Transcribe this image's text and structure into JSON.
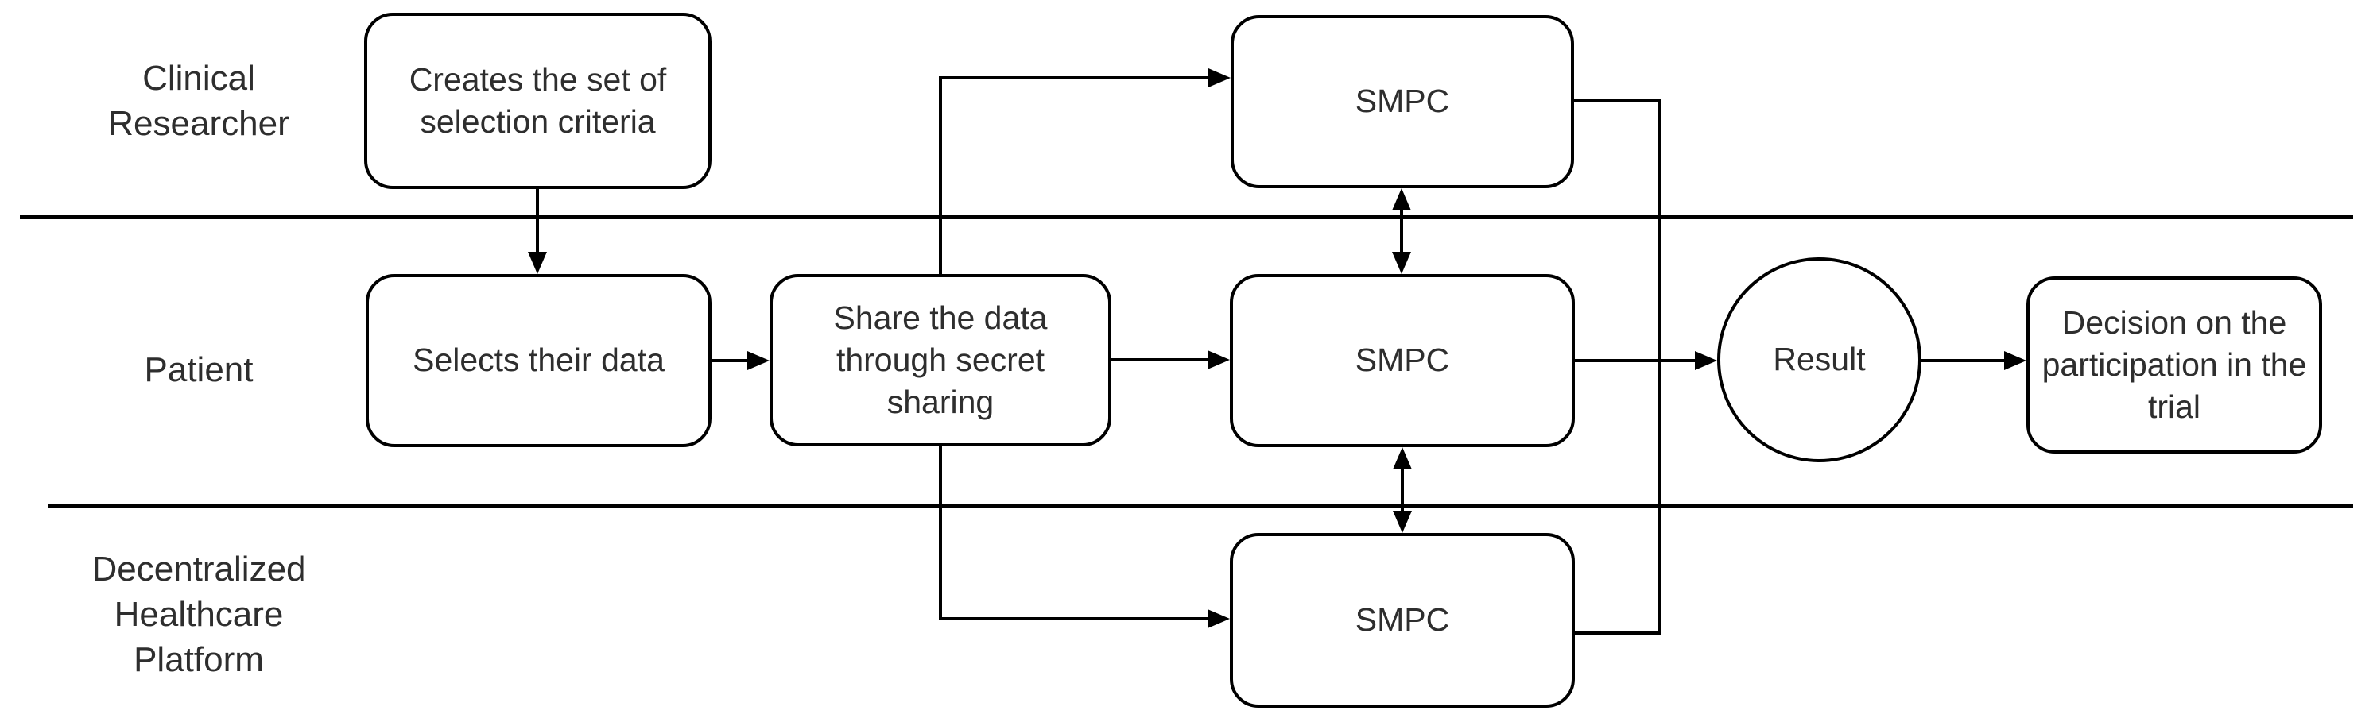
{
  "diagram": {
    "type": "swimlane-flowchart",
    "lanes": [
      {
        "id": "clinical-researcher",
        "label": "Clinical\nResearcher"
      },
      {
        "id": "patient",
        "label": "Patient"
      },
      {
        "id": "decentralized-healthcare-platform",
        "label": "Decentralized\nHealthcare\nPlatform"
      }
    ],
    "nodes": {
      "creates_criteria": {
        "label": "Creates the set of\nselection criteria",
        "shape": "rounded-rect",
        "lane": "clinical-researcher"
      },
      "selects_data": {
        "label": "Selects their data",
        "shape": "rounded-rect",
        "lane": "patient"
      },
      "share_data": {
        "label": "Share the data\nthrough secret\nsharing",
        "shape": "rounded-rect",
        "lane": "patient"
      },
      "smpc_researcher": {
        "label": "SMPC",
        "shape": "rounded-rect",
        "lane": "clinical-researcher"
      },
      "smpc_patient": {
        "label": "SMPC",
        "shape": "rounded-rect",
        "lane": "patient"
      },
      "smpc_platform": {
        "label": "SMPC",
        "shape": "rounded-rect",
        "lane": "decentralized-healthcare-platform"
      },
      "result": {
        "label": "Result",
        "shape": "circle",
        "lane": "patient"
      },
      "decision": {
        "label": "Decision on the\nparticipation in the\ntrial",
        "shape": "rounded-rect",
        "lane": "patient"
      }
    },
    "edges": [
      {
        "from": "creates_criteria",
        "to": "selects_data",
        "style": "arrow-down"
      },
      {
        "from": "selects_data",
        "to": "share_data",
        "style": "arrow-right"
      },
      {
        "from": "share_data",
        "to": "smpc_researcher",
        "style": "elbow-up-then-right-arrow"
      },
      {
        "from": "share_data",
        "to": "smpc_patient",
        "style": "arrow-right"
      },
      {
        "from": "share_data",
        "to": "smpc_platform",
        "style": "elbow-down-then-right-arrow"
      },
      {
        "from": "smpc_researcher",
        "to": "smpc_patient",
        "style": "bidirectional-vertical"
      },
      {
        "from": "smpc_patient",
        "to": "smpc_platform",
        "style": "bidirectional-vertical"
      },
      {
        "from": "smpc_researcher",
        "to": "result",
        "style": "elbow-right-down"
      },
      {
        "from": "smpc_patient",
        "to": "result",
        "style": "arrow-right"
      },
      {
        "from": "smpc_platform",
        "to": "result",
        "style": "elbow-right-up"
      },
      {
        "from": "result",
        "to": "decision",
        "style": "arrow-right"
      }
    ],
    "colors": {
      "stroke": "#000000",
      "text": "#2e2e2e",
      "background": "#ffffff"
    }
  }
}
